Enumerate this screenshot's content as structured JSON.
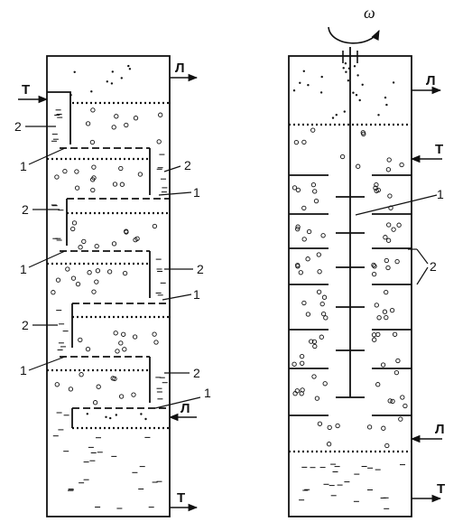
{
  "left_column": {
    "label_t_top": "Т",
    "label_l_top": "Л",
    "label_l_bottom": "Л",
    "label_t_bottom": "Т",
    "callouts": [
      {
        "id": "c2a",
        "text": "2"
      },
      {
        "id": "c1a",
        "text": "1"
      },
      {
        "id": "c2b",
        "text": "2"
      },
      {
        "id": "c1b",
        "text": "1"
      },
      {
        "id": "c2c",
        "text": "2"
      },
      {
        "id": "c1c",
        "text": "1"
      },
      {
        "id": "c2d",
        "text": "2"
      },
      {
        "id": "c1d",
        "text": "1"
      },
      {
        "id": "c2e",
        "text": "2"
      },
      {
        "id": "c1e",
        "text": "1"
      },
      {
        "id": "c2f",
        "text": "2"
      },
      {
        "id": "c1f",
        "text": "1"
      }
    ]
  },
  "right_column": {
    "omega": "ω",
    "label_l_top": "Л",
    "label_t_mid": "Т",
    "label_l_bottom": "Л",
    "label_t_bottom": "Т",
    "callout_shaft": "1",
    "callout_discs": "2"
  },
  "colors": {
    "ink": "#111111",
    "background": "#ffffff"
  }
}
